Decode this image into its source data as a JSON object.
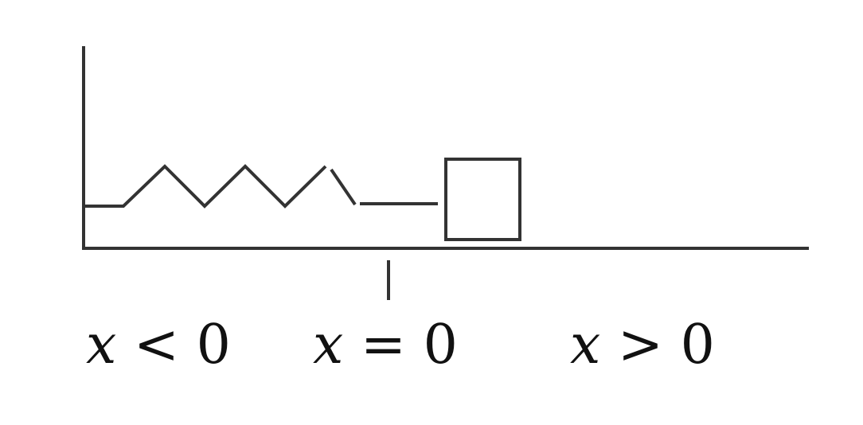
{
  "labels": {
    "left": {
      "var": "x",
      "rel": "<",
      "value": "0"
    },
    "mid": {
      "var": "x",
      "rel": "=",
      "value": "0"
    },
    "right": {
      "var": "x",
      "rel": ">",
      "value": "0"
    }
  },
  "colors": {
    "stroke": "#333333",
    "text": "#111111",
    "background": "#ffffff"
  }
}
